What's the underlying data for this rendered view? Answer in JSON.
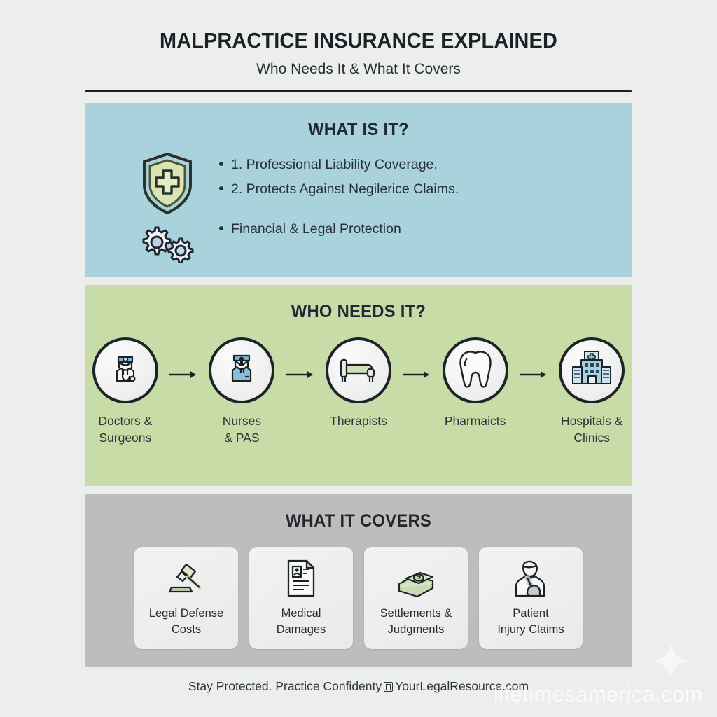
{
  "header": {
    "title": "MALPRACTICE INSURANCE EXPLAINED",
    "subtitle": "Who Needs It & What It Covers"
  },
  "colors": {
    "page_background": "#eceeed",
    "band_what_is_it": "#a9d2dc",
    "band_who_needs_it": "#c7dca7",
    "band_what_it_covers": "#bdbdbd",
    "heading_text": "#1f2937",
    "body_text": "#263038",
    "accent_green": "#b9cf96",
    "accent_blue": "#8fc0d4"
  },
  "sections": {
    "what_is_it": {
      "heading": "WHAT IS IT?",
      "icons": [
        "shield-cross-icon",
        "gears-icon"
      ],
      "bullets": [
        "1. Professional Liability Coverage.",
        "2. Protects Against Negilerice Claims.",
        "Financial & Legal Protection"
      ]
    },
    "who_needs_it": {
      "heading": "WHO NEEDS IT?",
      "items": [
        {
          "label": "Doctors &\nSurgeons",
          "line1": "Doctors &",
          "line2": "Surgeons",
          "icon": "doctor-icon"
        },
        {
          "label": "Nurses\n& PAS",
          "line1": "Nurses",
          "line2": "& PAS",
          "icon": "nurse-icon"
        },
        {
          "label": "Therapists",
          "line1": "Therapists",
          "line2": "",
          "icon": "hospital-bed-icon"
        },
        {
          "label": "Pharmaicts",
          "line1": "Pharmaicts",
          "line2": "",
          "icon": "tooth-icon"
        },
        {
          "label": "Hospitals &\nClinics",
          "line1": "Hospitals &",
          "line2": "Clinics",
          "icon": "hospital-building-icon"
        }
      ],
      "connector": "arrow-right-icon"
    },
    "what_it_covers": {
      "heading": "WHAT IT COVERS",
      "cards": [
        {
          "line1": "Legal Defense",
          "line2": "Costs",
          "icon": "gavel-icon"
        },
        {
          "line1": "Medical",
          "line2": "Damages",
          "icon": "document-person-icon"
        },
        {
          "line1": "Settlements &",
          "line2": "Judgments",
          "icon": "money-stack-icon"
        },
        {
          "line1": "Patient",
          "line2": "Injury Claims",
          "icon": "injured-person-icon"
        }
      ]
    }
  },
  "footer": {
    "tagline": "Stay Protected. Practice Confidenty",
    "website": "YourLegalResource.com",
    "glyph": "garbled-box-glyph"
  },
  "watermark": {
    "text": "lifetimesamerica.com",
    "sparkle": "sparkle-icon"
  }
}
